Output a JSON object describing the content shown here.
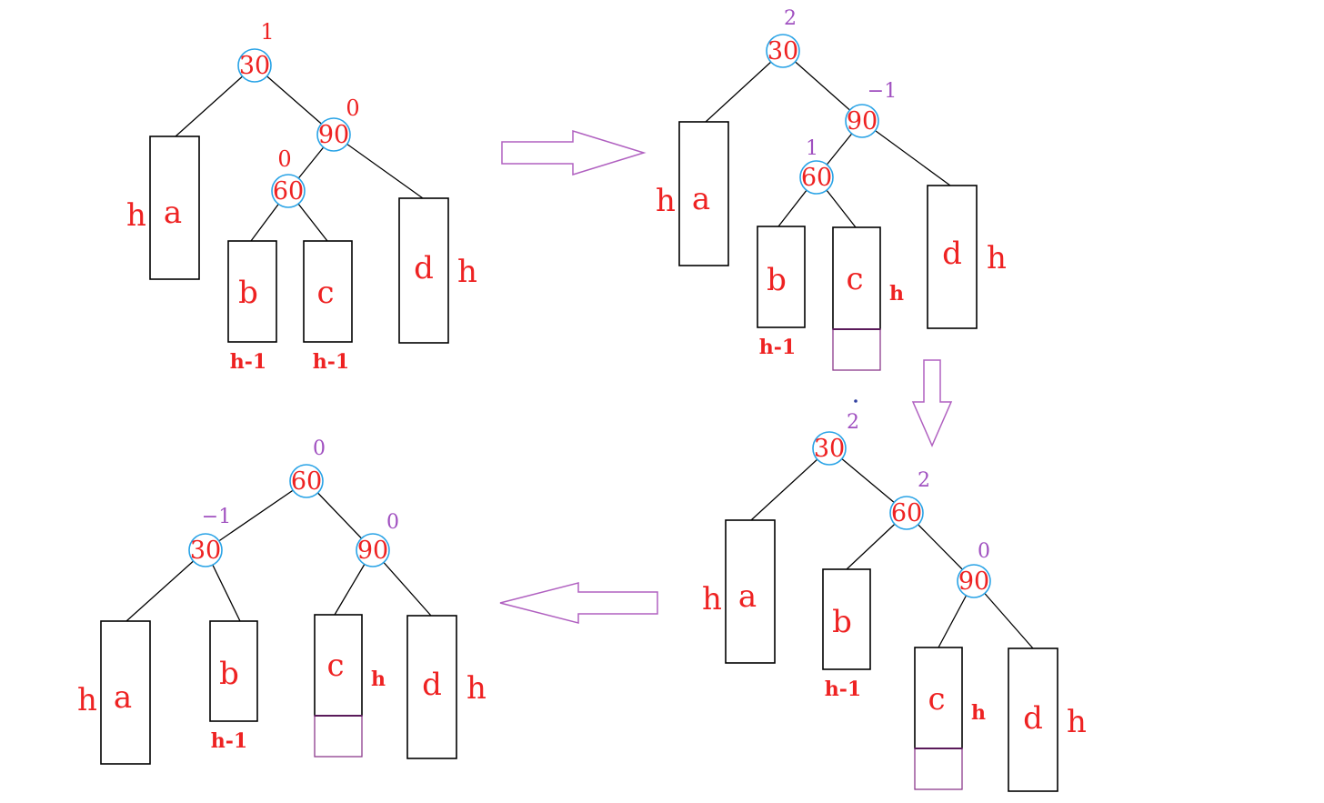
{
  "panels": {
    "p1": {
      "nodes": {
        "n30": "30",
        "n90": "90",
        "n60": "60"
      },
      "bf": {
        "n30": "1",
        "n90": "0",
        "n60": "0"
      },
      "subtrees": {
        "a": "a",
        "b": "b",
        "c": "c",
        "d": "d"
      },
      "heights": {
        "a": "h",
        "b": "h-1",
        "c": "h-1",
        "d": "h"
      }
    },
    "p2": {
      "nodes": {
        "n30": "30",
        "n90": "90",
        "n60": "60"
      },
      "bf": {
        "n30": "2",
        "n90": "−1",
        "n60": "1"
      },
      "subtrees": {
        "a": "a",
        "b": "b",
        "c": "c",
        "d": "d"
      },
      "heights": {
        "a": "h",
        "b": "h-1",
        "c": "h",
        "d": "h"
      }
    },
    "p3": {
      "nodes": {
        "n30": "30",
        "n60": "60",
        "n90": "90"
      },
      "bf": {
        "n30": "2",
        "n60": "2",
        "n90": "0"
      },
      "subtrees": {
        "a": "a",
        "b": "b",
        "c": "c",
        "d": "d"
      },
      "heights": {
        "a": "h",
        "b": "h-1",
        "c": "h",
        "d": "h"
      }
    },
    "p4": {
      "nodes": {
        "n60": "60",
        "n30": "30",
        "n90": "90"
      },
      "bf": {
        "n60": "0",
        "n30": "−1",
        "n90": "0"
      },
      "subtrees": {
        "a": "a",
        "b": "b",
        "c": "c",
        "d": "d"
      },
      "heights": {
        "a": "h",
        "b": "h-1",
        "c": "h",
        "d": "h"
      }
    }
  },
  "colors": {
    "text": "#ee2222",
    "bf_purple": "#a050c0",
    "node_ring": "#29a3e6",
    "arrow": "#b060c0"
  },
  "arrows": [
    "arrow-right",
    "arrow-down",
    "arrow-left"
  ]
}
